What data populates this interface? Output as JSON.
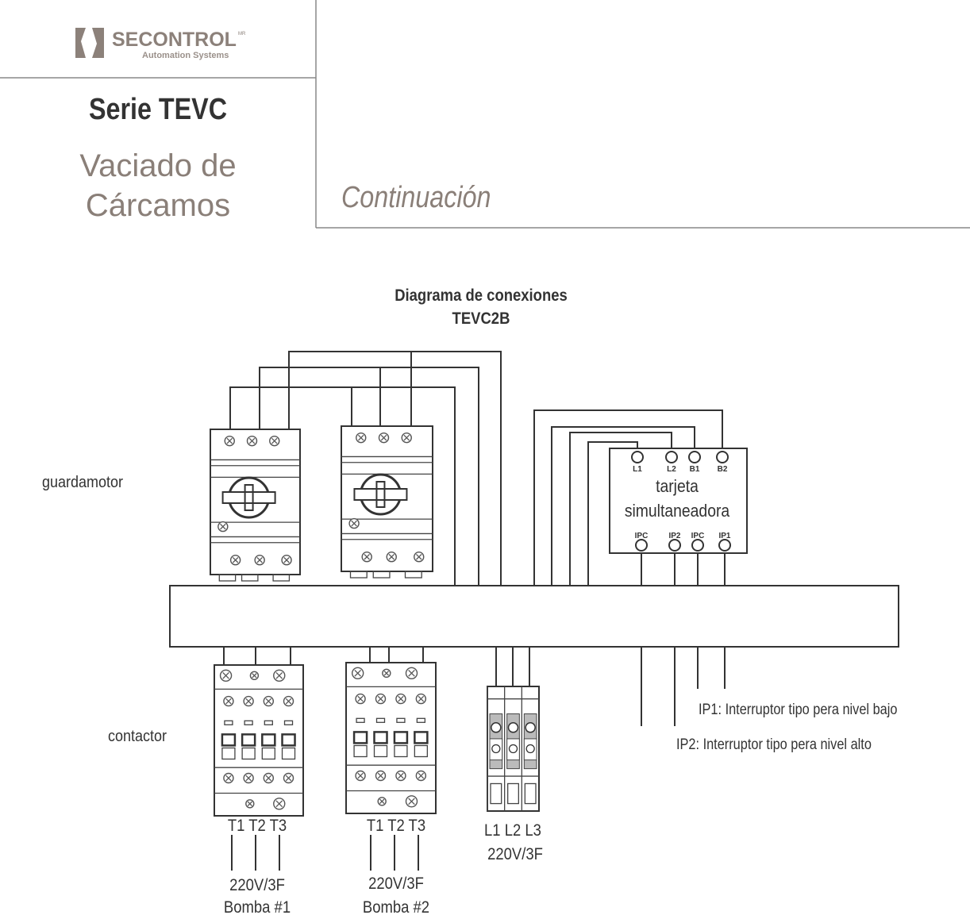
{
  "logo": {
    "brand": "SECONTROL",
    "mark": "MR",
    "tagline": "Automation Systems"
  },
  "header": {
    "series": "Serie TEVC",
    "subtitle_line1": "Vaciado de",
    "subtitle_line2": "Cárcamos",
    "continuation": "Continuación"
  },
  "diagram": {
    "title": "Diagrama de conexiones",
    "model": "TEVC2B",
    "labels": {
      "guardamotor": "guardamotor",
      "contactor": "contactor"
    },
    "card": {
      "name_line1": "tarjeta",
      "name_line2": "simultaneadora",
      "top_terminals": [
        "L1",
        "L2",
        "B1",
        "B2"
      ],
      "bottom_terminals": [
        "IPC",
        "IP2",
        "IPC",
        "IP1"
      ]
    },
    "contactor1": {
      "terminals": "T1 T2 T3",
      "voltage": "220V/3F",
      "load": "Bomba #1"
    },
    "contactor2": {
      "terminals": "T1 T2 T3",
      "voltage": "220V/3F",
      "load": "Bomba #2"
    },
    "supply": {
      "terminals": "L1 L2 L3",
      "voltage": "220V/3F"
    },
    "notes": {
      "ip1": "IP1: Interruptor tipo pera nivel bajo",
      "ip2": "IP2: Interruptor tipo pera nivel alto"
    }
  },
  "colors": {
    "header_text": "#8a7f78",
    "lines": "#333333",
    "logo": "#8c817a"
  }
}
